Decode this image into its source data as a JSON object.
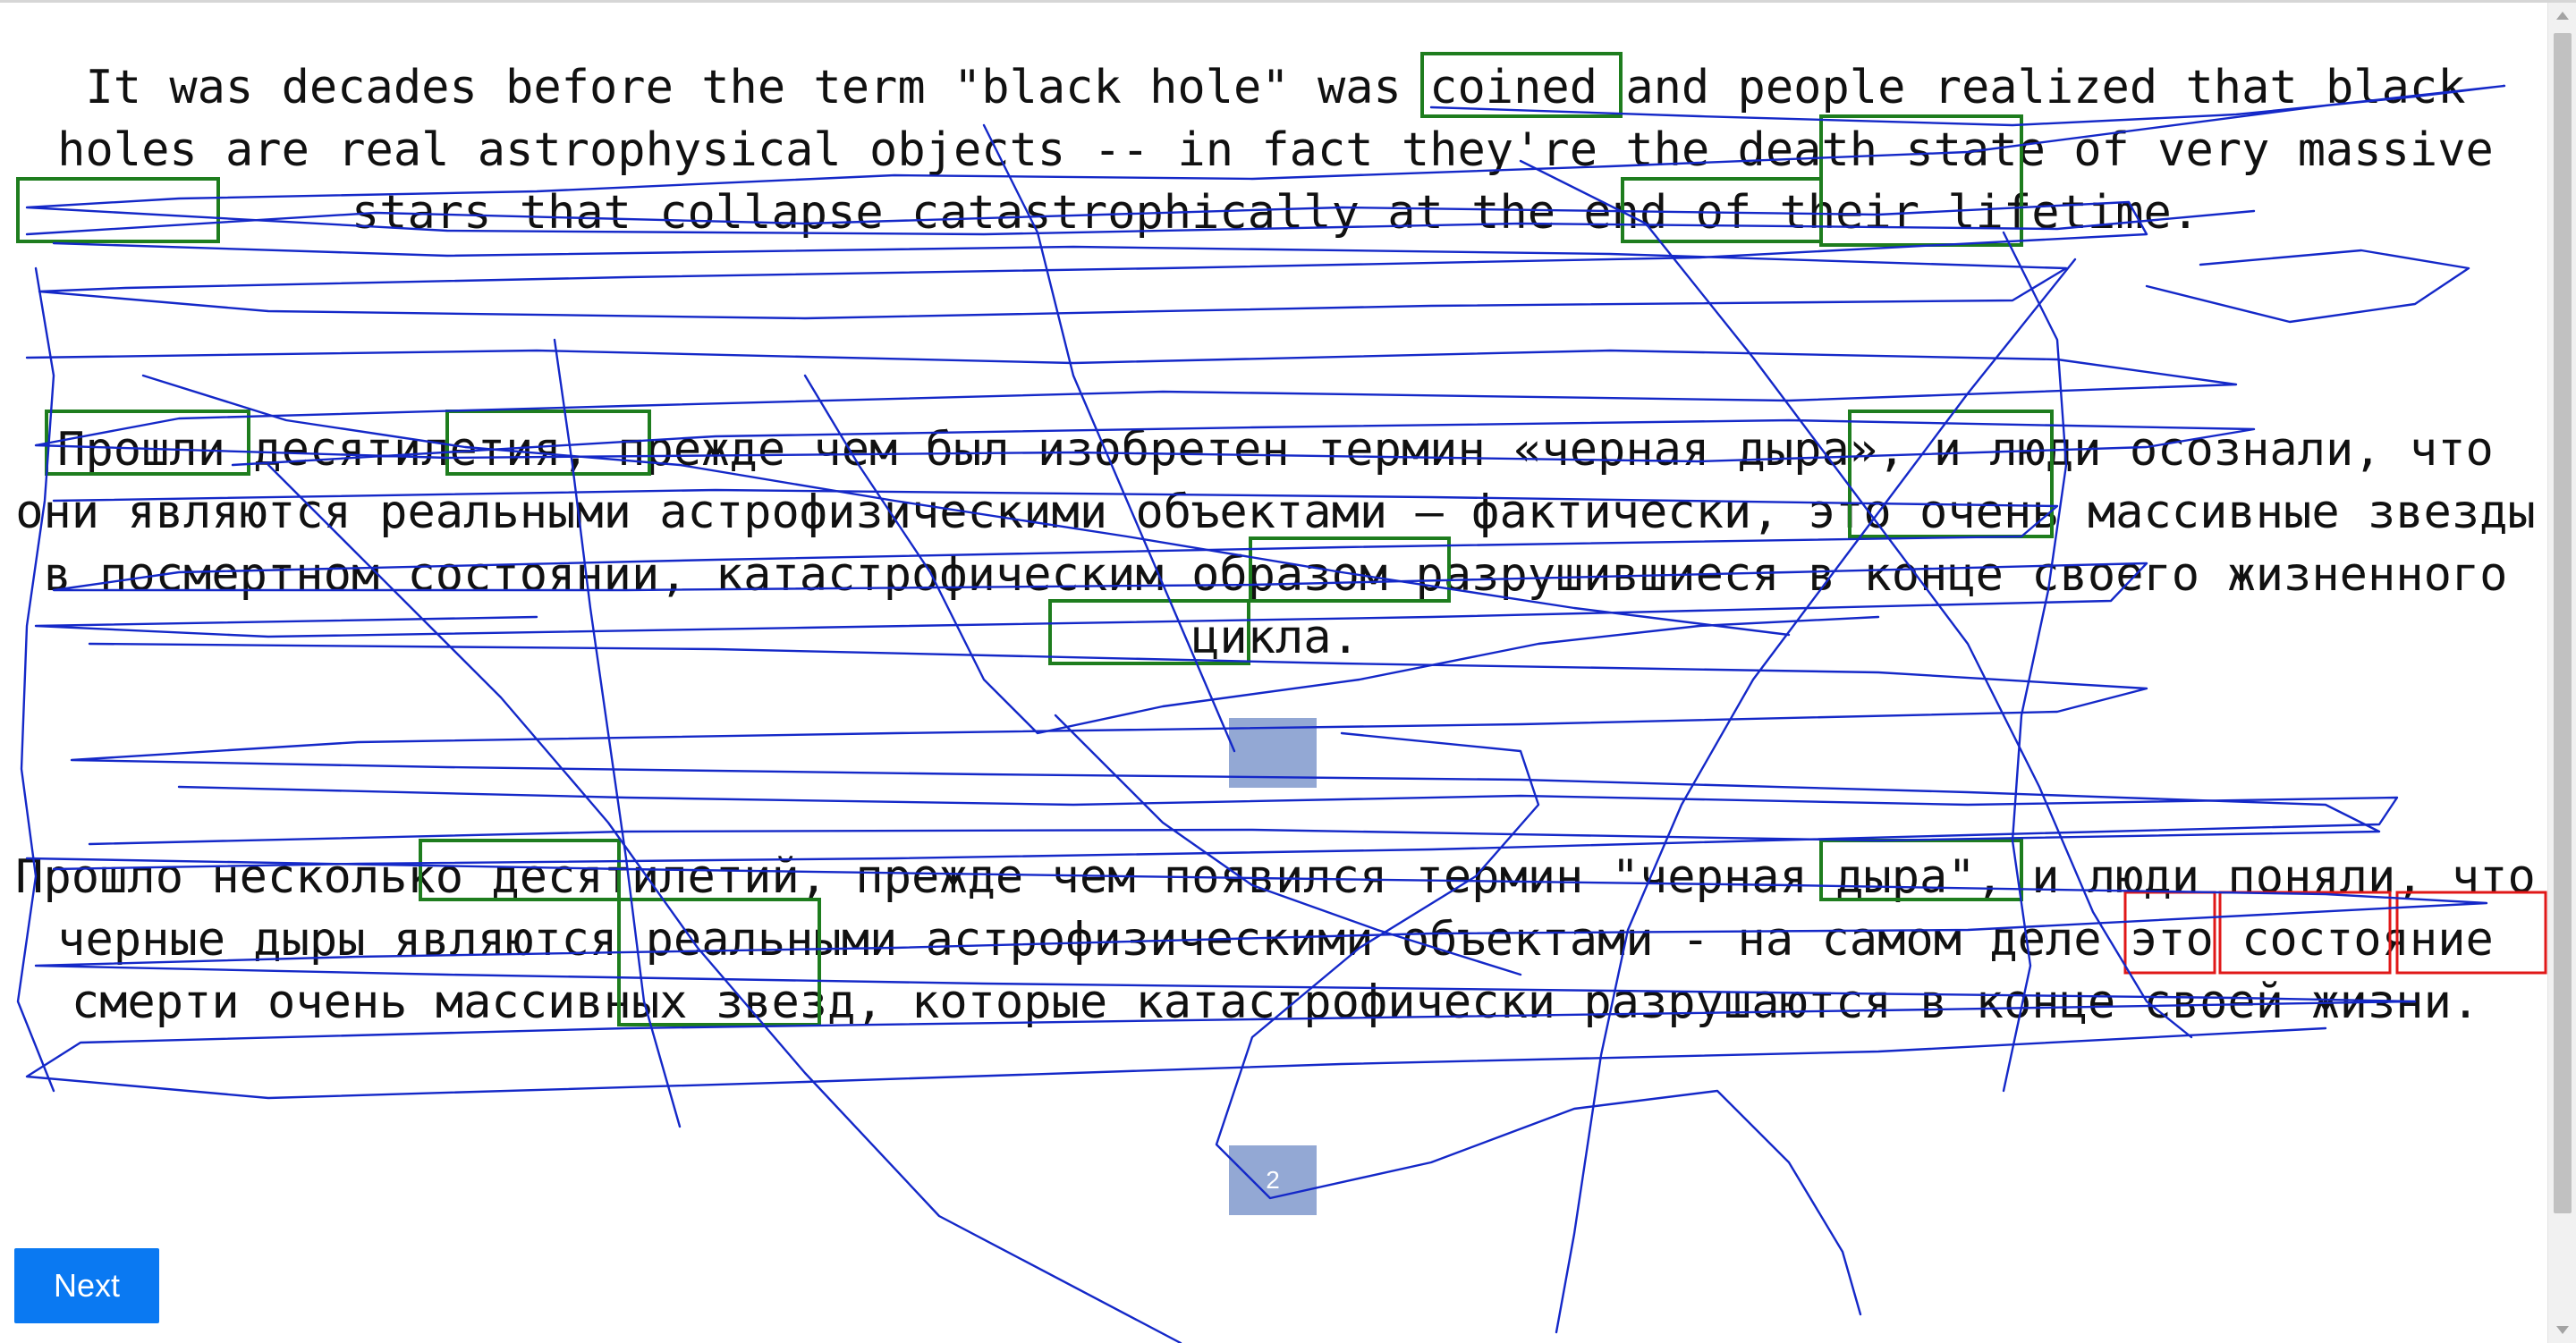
{
  "passages": {
    "english": "It was decades before the term \"black hole\" was coined and people realized that black holes are real astrophysical objects -- in fact they're the death state of very massive stars that collapse catastrophically at the end of their lifetime.",
    "russian_1": "Прошли десятилетия, прежде чем был изобретен термин «черная дыра», и люди осознали, что они являются реальными астрофизическими объектами — фактически, это очень массивные звезды в посмертном состоянии, катастрофическим образом разрушившиеся в конце своего жизненного цикла.",
    "russian_2": "Прошло несколько десятилетий, прежде чем появился термин \"черная дыра\", и люди поняли, что черные дыры являются реальными астрофизическими объектами - на самом деле это состояние смерти очень массивных звезд, которые катастрофически разрушаются в конце своей жизни."
  },
  "badges": {
    "first": "",
    "second": "2"
  },
  "buttons": {
    "next": "Next"
  },
  "colors": {
    "trace": "#1428c8",
    "green_box": "#1e7d1e",
    "red_box": "#e01818",
    "badge": "#93a8d4",
    "next_button": "#0a79f2"
  }
}
